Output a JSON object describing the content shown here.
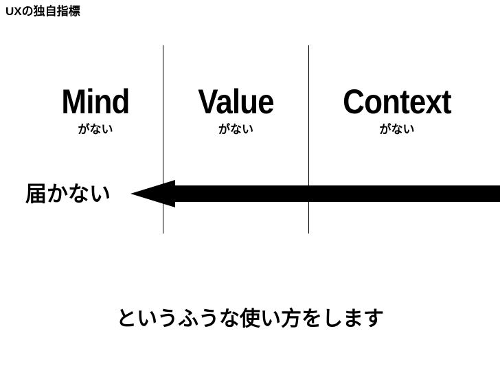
{
  "slide": {
    "title": "UXの独自指標",
    "background_color": "#ffffff",
    "ink_color": "#000000"
  },
  "columns": [
    {
      "heading": "Mind",
      "sublabel": "がない"
    },
    {
      "heading": "Value",
      "sublabel": "がない"
    },
    {
      "heading": "Context",
      "sublabel": "がない"
    }
  ],
  "arrow": {
    "label": "届かない",
    "direction": "left",
    "color": "#000000"
  },
  "caption": "というふうな使い方をします"
}
